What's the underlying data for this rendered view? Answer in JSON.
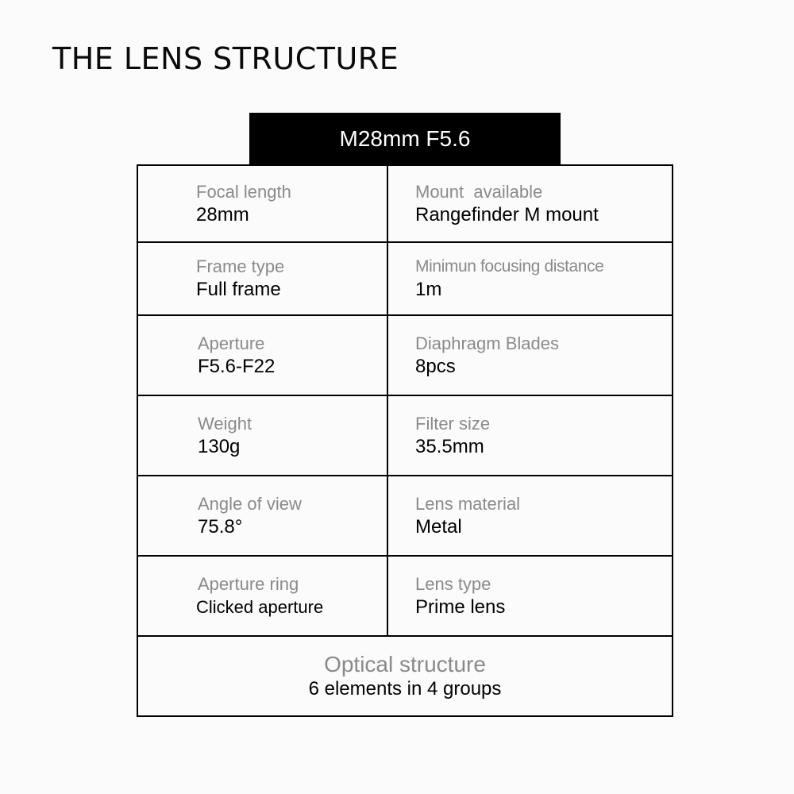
{
  "page": {
    "title": "THE LENS STRUCTURE"
  },
  "model": {
    "name": "M28mm F5.6"
  },
  "specs": {
    "rows": [
      {
        "left": {
          "label": "Focal length",
          "value": "28mm"
        },
        "right": {
          "label": "Mount  available",
          "value": "Rangefinder M mount"
        }
      },
      {
        "left": {
          "label": "Frame type",
          "value": "Full frame"
        },
        "right": {
          "label": "Minimun focusing distance",
          "value": "1m"
        }
      },
      {
        "left": {
          "label": "Aperture",
          "value": "F5.6-F22"
        },
        "right": {
          "label": "Diaphragm Blades",
          "value": "8pcs"
        }
      },
      {
        "left": {
          "label": "Weight",
          "value": "130g"
        },
        "right": {
          "label": "Filter size",
          "value": "35.5mm"
        }
      },
      {
        "left": {
          "label": "Angle of view",
          "value": "75.8°"
        },
        "right": {
          "label": "Lens material",
          "value": "Metal"
        }
      },
      {
        "left": {
          "label": "Aperture ring",
          "value": "Clicked aperture"
        },
        "right": {
          "label": "Lens type",
          "value": "Prime lens"
        }
      }
    ],
    "footer": {
      "label": "Optical structure",
      "value": "6 elements in 4 groups"
    }
  },
  "colors": {
    "background": "#fbfbfb",
    "header_bg": "#000000",
    "header_text": "#ffffff",
    "label": "#8a8a8a",
    "value": "#000000",
    "border": "#000000"
  }
}
